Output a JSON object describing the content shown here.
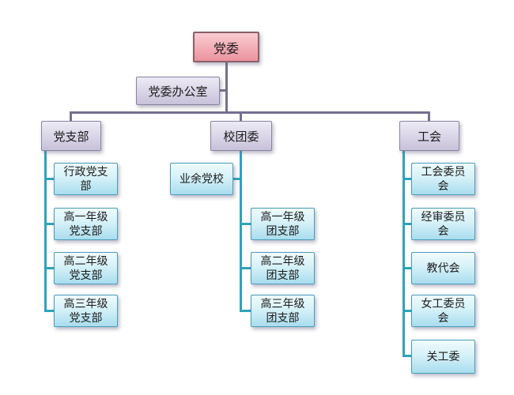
{
  "org": {
    "root": {
      "label": "党委"
    },
    "office": {
      "label": "党委办公室"
    },
    "branches": [
      {
        "label": "党支部",
        "children": [
          {
            "label": "行政党支部"
          },
          {
            "label": "高一年级党支部"
          },
          {
            "label": "高二年级党支部"
          },
          {
            "label": "高三年级党支部"
          }
        ]
      },
      {
        "label": "校团委",
        "left_child": {
          "label": "业余党校"
        },
        "children": [
          {
            "label": "高一年级团支部"
          },
          {
            "label": "高二年级团支部"
          },
          {
            "label": "高三年级团支部"
          }
        ]
      },
      {
        "label": "工会",
        "children": [
          {
            "label": "工会委员会"
          },
          {
            "label": "经审委员会"
          },
          {
            "label": "教代会"
          },
          {
            "label": "女工委员会"
          },
          {
            "label": "关工委"
          }
        ]
      }
    ]
  },
  "colors": {
    "root_fill_top": "#f9ccd1",
    "root_fill_bottom": "#ec93a0",
    "root_border": "#8a6168",
    "level2_fill_top": "#edebf5",
    "level2_fill_bottom": "#c8c1da",
    "level2_border": "#8b84a3",
    "leaf_fill_top": "#effbfd",
    "leaf_fill_mid": "#d6f1f8",
    "leaf_fill_bottom": "#a9ddee",
    "leaf_border": "#4a9cba",
    "connector_purple": "#766f90",
    "connector_teal": "#2fa3b8"
  }
}
